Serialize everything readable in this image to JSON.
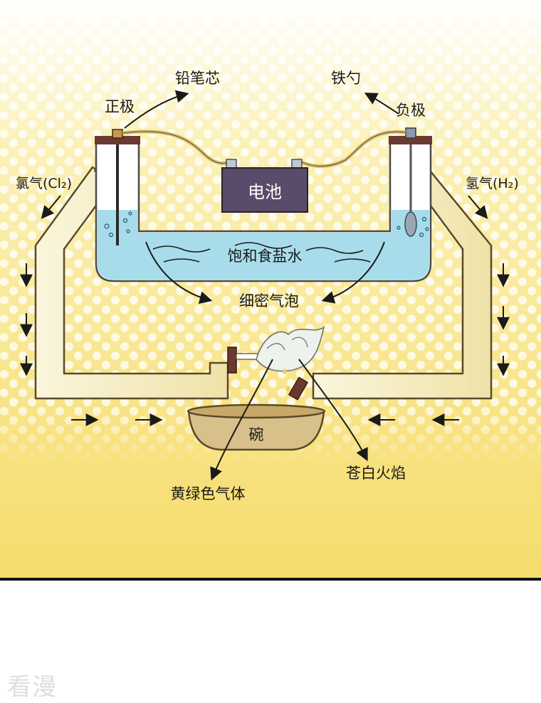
{
  "labels": {
    "pencil_lead": "铅笔芯",
    "positive": "正极",
    "iron_spoon": "铁勺",
    "negative": "负极",
    "chlorine": "氯气(Cl₂)",
    "hydrogen": "氢气(H₂)",
    "battery": "电池",
    "brine": "饱和食盐水",
    "bubbles": "细密气泡",
    "bowl": "碗",
    "yellow_green_gas": "黄绿色气体",
    "pale_flame": "苍白火焰"
  },
  "watermark": "看漫",
  "colors": {
    "background_top": "#fdf6c8",
    "background_bottom": "#f7e07a",
    "water": "#a8dcea",
    "battery": "#5b4b6a",
    "lid": "#6a3a30",
    "tube": "#f6efc8",
    "bowl": "#d8c08a"
  }
}
